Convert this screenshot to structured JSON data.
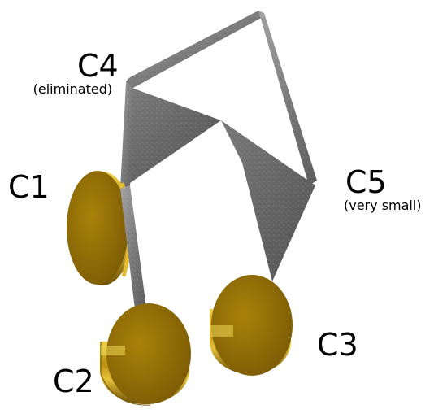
{
  "labels": {
    "c1": "C1",
    "c2": "C2",
    "c3": "C3",
    "c4": "C4",
    "c4_note": "(eliminated)",
    "c5": "C5",
    "c5_note": "(very small)"
  },
  "colors": {
    "gold_face": "#8f6b06",
    "gold_edge": "#c9a10f",
    "gold_dark": "#5a4203",
    "steel_light": "#9a9a9a",
    "steel_mid": "#6f6f6f",
    "steel_dark": "#4a4a4a"
  }
}
